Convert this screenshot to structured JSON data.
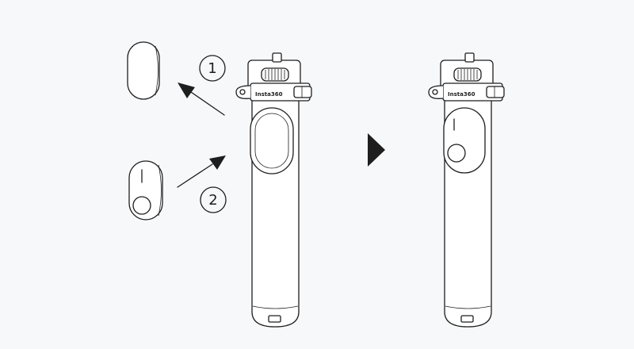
{
  "diagram": {
    "steps": [
      {
        "number": "1",
        "action": "remove-cover"
      },
      {
        "number": "2",
        "action": "attach-button-module"
      }
    ],
    "brand_label": "Insta360",
    "colors": {
      "background": "#f7f8fa",
      "line": "#1e1e1e",
      "fill": "#ffffff"
    },
    "icons": {
      "transition": "triangle-right-icon",
      "remove": "arrow-up-left-icon",
      "attach": "arrow-up-right-icon"
    }
  }
}
